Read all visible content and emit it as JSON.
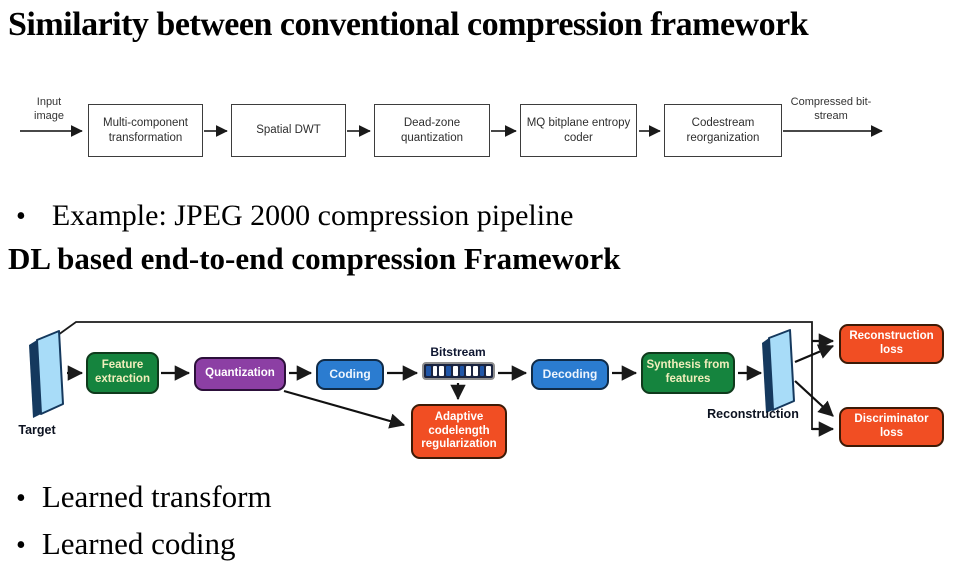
{
  "slide": {
    "title": "Similarity between conventional compression framework",
    "bullet_glyph": "•",
    "example_bullet": "Example: JPEG 2000 compression pipeline",
    "dl_heading": "DL based end-to-end compression Framework",
    "bottom_bullets": [
      "Learned transform",
      "Learned coding"
    ]
  },
  "jpeg_pipeline": {
    "input_label": "Input image",
    "output_label": "Compressed bit-stream",
    "stages": [
      "Multi-component transformation",
      "Spatial DWT",
      "Dead-zone quantization",
      "MQ bitplane entropy coder",
      "Codestream reorganization"
    ]
  },
  "dl_pipeline": {
    "target_label": "Target",
    "reconstruction_label": "Reconstruction",
    "bitstream_label": "Bitstream",
    "nodes": {
      "feature_extraction": "Feature extraction",
      "quantization": "Quantization",
      "coding": "Coding",
      "decoding": "Decoding",
      "synthesis": "Synthesis from features",
      "adaptive_regularization": "Adaptive codelength regularization",
      "reconstruction_loss": "Reconstruction loss",
      "discriminator_loss": "Discriminator loss"
    },
    "bitstream_pattern": [
      0,
      1,
      1,
      0,
      1,
      0,
      1,
      1,
      0,
      1
    ],
    "colors": {
      "green": "#15843e",
      "green_text": "#f1eebc",
      "purple": "#8c3fa4",
      "blue": "#2b7cd0",
      "orange": "#f14e23",
      "panel_fill": "#a8dcf8",
      "panel_edge": "#15395e",
      "bit_navy": "#1a2440",
      "bit_blue": "#2056a8"
    }
  }
}
